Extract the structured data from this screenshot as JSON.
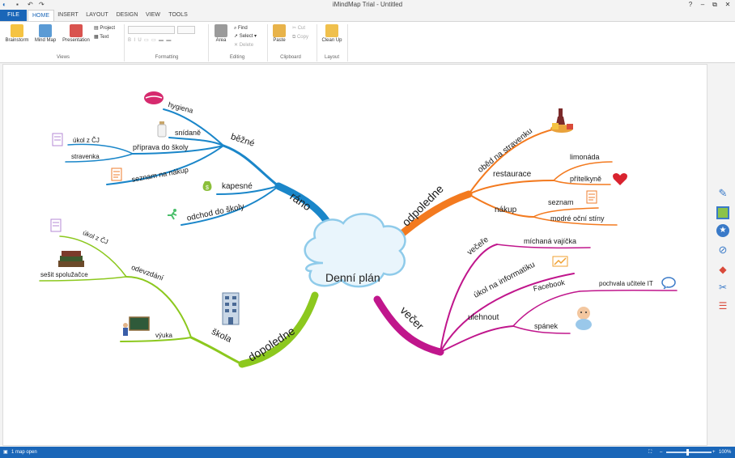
{
  "window": {
    "title": "iMindMap Trial - Untitled"
  },
  "window_controls": {
    "help": "?",
    "minimize": "–",
    "restore": "⧉",
    "close": "✕"
  },
  "tabs": [
    "FILE",
    "HOME",
    "INSERT",
    "LAYOUT",
    "DESIGN",
    "VIEW",
    "TOOLS"
  ],
  "ribbon": {
    "views": {
      "brainstorm": "Brainstorm",
      "mindmap": "Mind Map",
      "presentation": "Presentation",
      "project": "Project",
      "text": "Text",
      "group": "Views"
    },
    "formatting": {
      "group": "Formatting"
    },
    "editing": {
      "area": "Area",
      "find": "Find",
      "select": "Select",
      "delete": "Delete",
      "group": "Editing"
    },
    "clipboard": {
      "paste": "Paste",
      "cut": "Cut",
      "copy": "Copy",
      "group": "Clipboard"
    },
    "layout": {
      "cleanup": "Clean Up",
      "group": "Layout"
    }
  },
  "status": {
    "maps_open": "1 map open",
    "zoom": "100%"
  },
  "colors": {
    "accent": "#1a66b8",
    "ranoBranch": "#1a86c9",
    "dopoledneBranch": "#8cc81e",
    "odpoledneBranch": "#f37a1f",
    "vecerBranch": "#c0168c"
  },
  "mindmap": {
    "center": "Denní plán",
    "branches": {
      "rano": {
        "label": "ráno",
        "bezne": "běžné",
        "hygiena": "hygiena",
        "snidane": "snídaně",
        "priprava": "příprava do školy",
        "ukol_cj": "úkol z ČJ",
        "stravenka": "stravenka",
        "seznam_nakup": "seznam na nákup",
        "kapesne": "kapesné",
        "odchod": "odchod do školy"
      },
      "dopoledne": {
        "label": "dopoledne",
        "skola": "škola",
        "odevzdani": "odevzdání",
        "ukol_cj": "úkol z ČJ",
        "sesit": "sešit spolužačce",
        "vyuka": "výuka"
      },
      "odpoledne": {
        "label": "odpoledne",
        "obed": "oběd na stravenku",
        "restaurace": "restaurace",
        "limonada": "limonáda",
        "pritelkyne": "přítelkyně",
        "nakup": "nákup",
        "seznam": "seznam",
        "stiny": "modré oční stíny"
      },
      "vecer": {
        "label": "večer",
        "vecere": "večeře",
        "vajicka": "míchaná vajíčka",
        "informatika": "úkol na informatiku",
        "ulehnout": "ulehnout",
        "facebook": "Facebook",
        "pochvala": "pochvala učitele IT",
        "spanek": "spánek"
      }
    }
  }
}
